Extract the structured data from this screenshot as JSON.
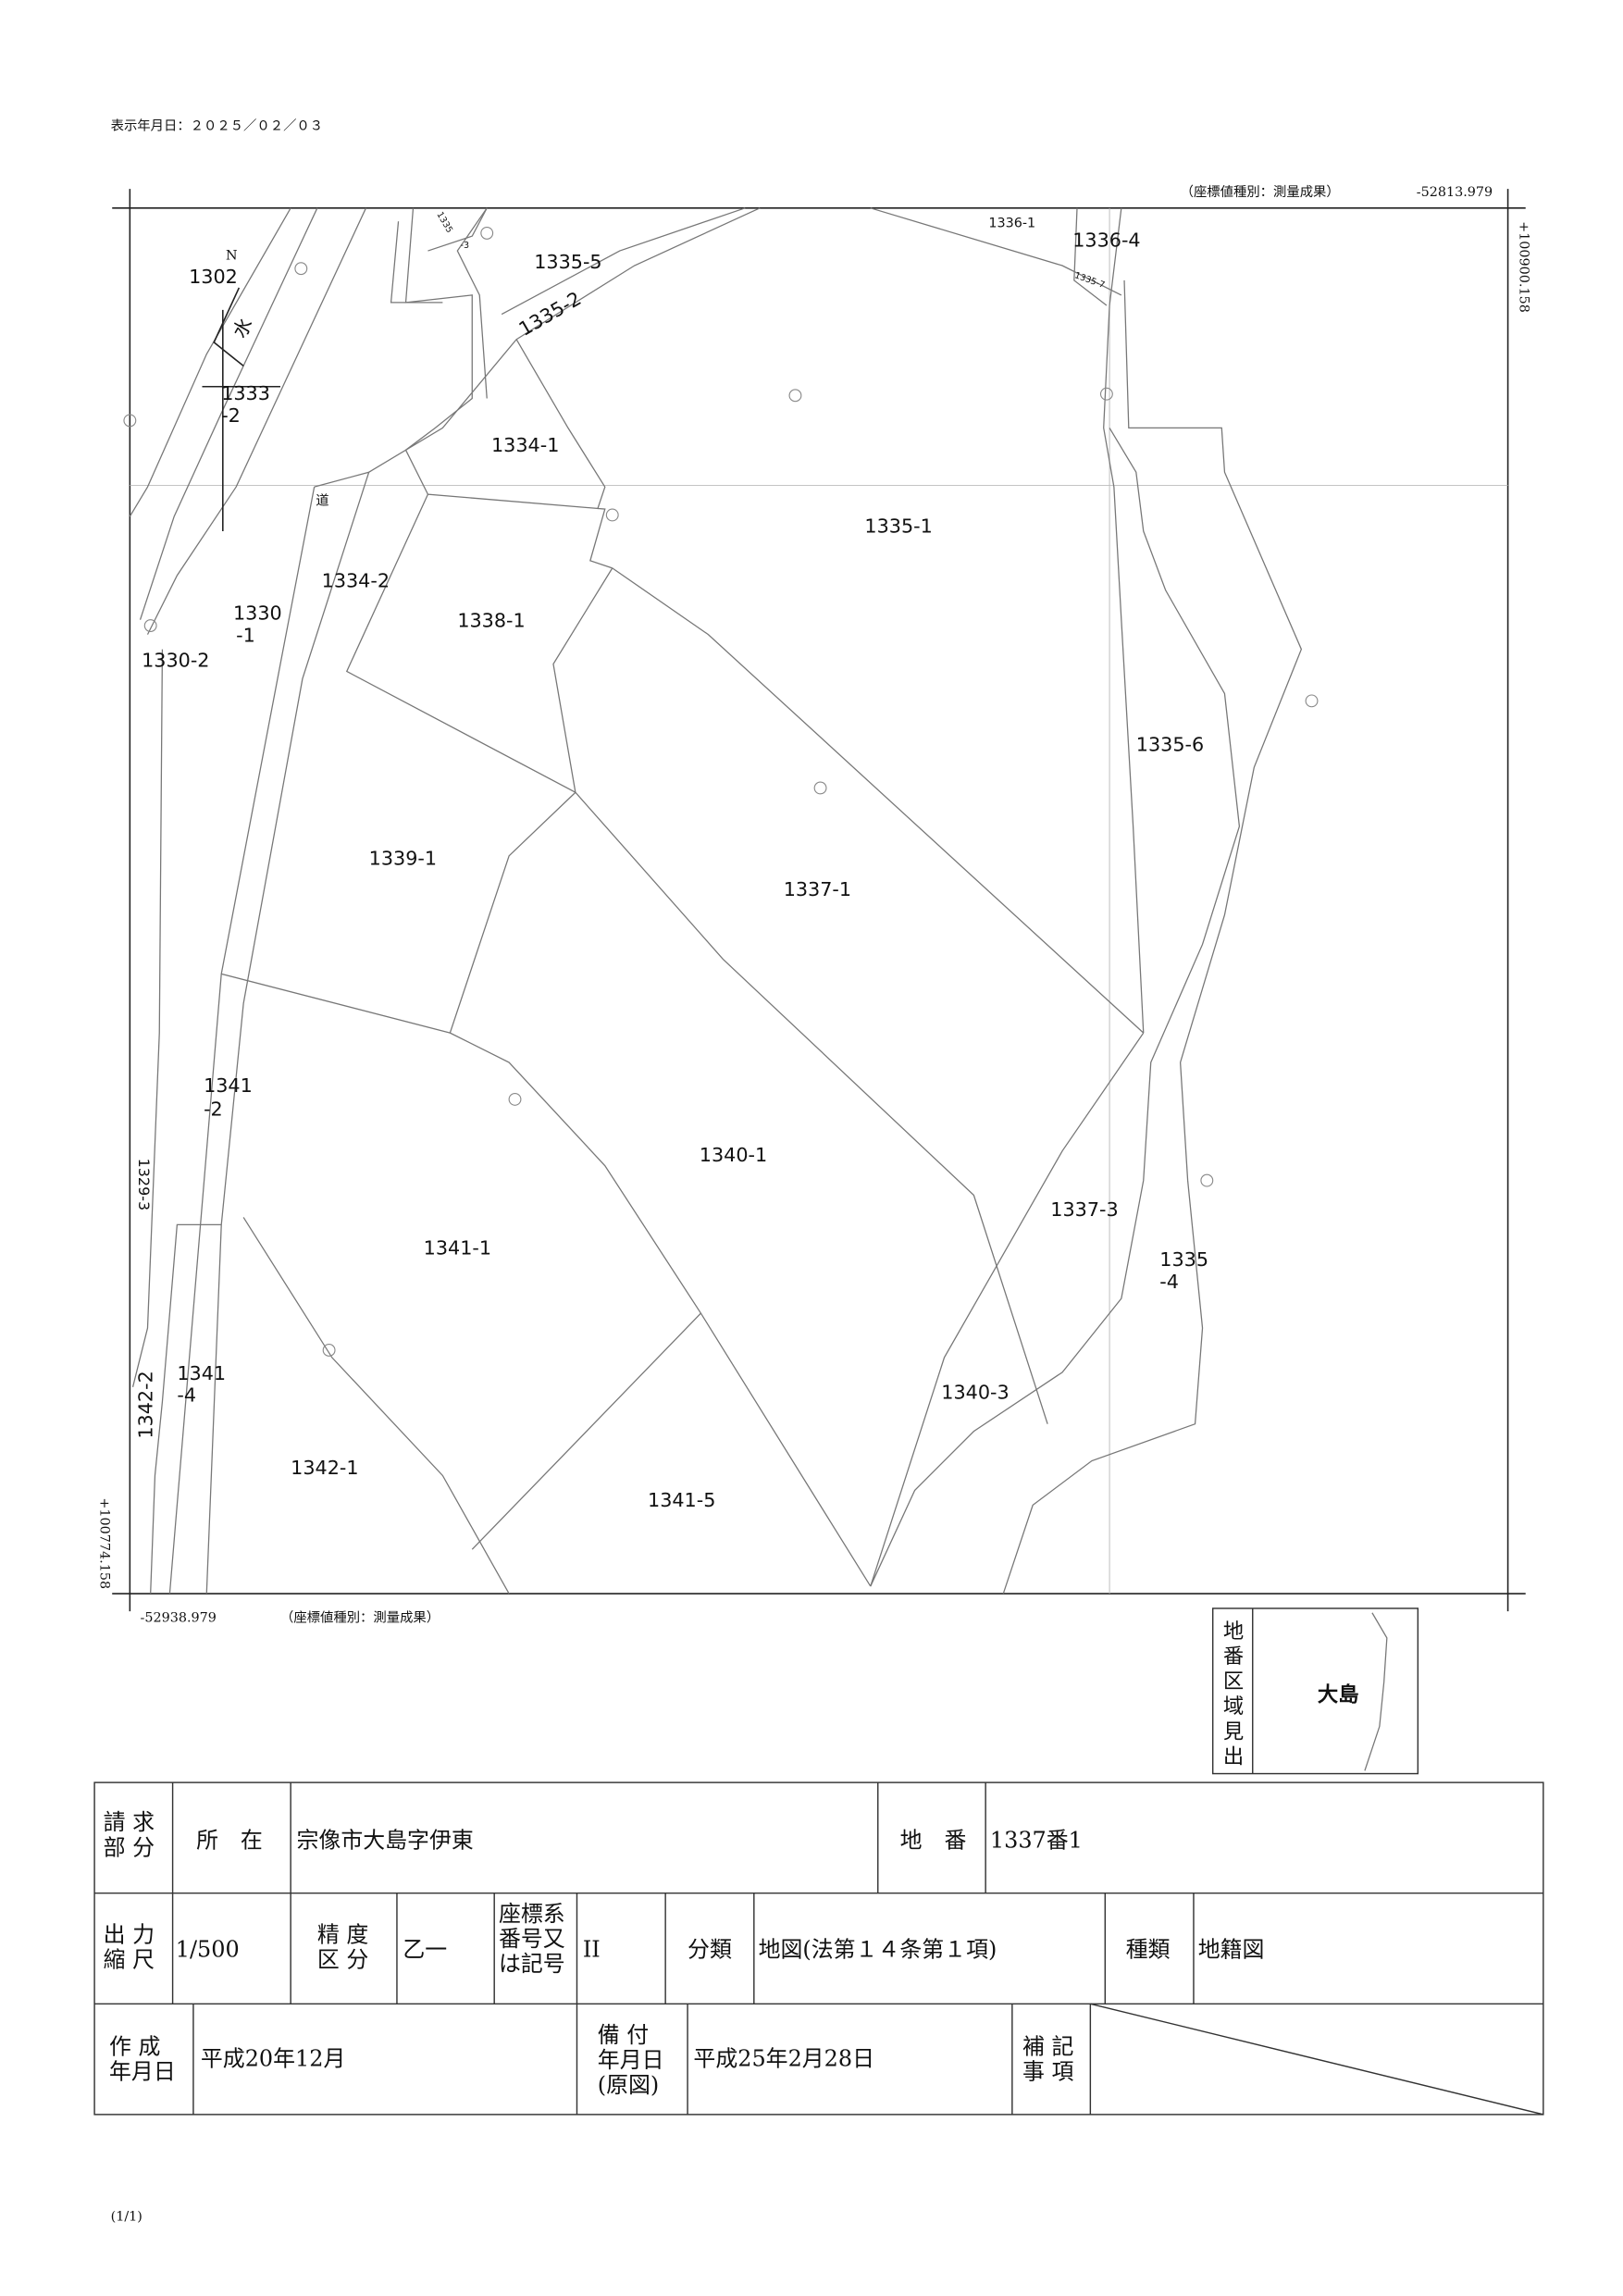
{
  "header": {
    "display_date": "表示年月日：２０２５／０２／０３",
    "page": "(1/1)"
  },
  "coords": {
    "top_right_type": "（座標値種別：測量成果）",
    "top_right_x": "-52813.979",
    "right_y": "+100900.158",
    "left_y": "+100774.158",
    "bottom_left_x": "-52938.979",
    "bottom_left_type": "（座標値種別：測量成果）"
  },
  "map": {
    "north": "N",
    "water_label": "水",
    "road_label": "道",
    "parcels": [
      "1302",
      "1333",
      "-2",
      "1335",
      "-3",
      "1335-5",
      "1335-2",
      "1336-1",
      "1336-4",
      "1335-7",
      "1334-1",
      "1335-1",
      "1334-2",
      "1338-1",
      "1330",
      "-1",
      "1330-2",
      "1335-6",
      "1339-1",
      "1337-1",
      "1341",
      "-2",
      "1340-1",
      "1337-3",
      "1335",
      "-4",
      "1329-3",
      "1341-1",
      "1341",
      "-4",
      "1342-2",
      "1340-3",
      "1342-1",
      "1341-5"
    ]
  },
  "index_box": {
    "title": "地番区域見出",
    "area": "大島"
  },
  "table": {
    "r1": {
      "claim_label": "請 求\n部 分",
      "location_label": "所　在",
      "location": "宗像市大島字伊東",
      "lot_label": "地　番",
      "lot": "1337番1"
    },
    "r2": {
      "scale_label": "出 力\n縮 尺",
      "scale": "1/500",
      "precision_label": "精 度\n区 分",
      "precision": "乙一",
      "coord_label": "座標系\n番号又\nは記号",
      "coord": "II",
      "class_label": "分類",
      "class": "地図(法第１４条第１項)",
      "kind_label": "種類",
      "kind": "地籍図"
    },
    "r3": {
      "created_label": "作 成\n年月日",
      "created": "平成20年12月",
      "filed_label": "備 付\n年月日\n(原図)",
      "filed": "平成25年2月28日",
      "note_label": "補 記\n事 項"
    }
  }
}
